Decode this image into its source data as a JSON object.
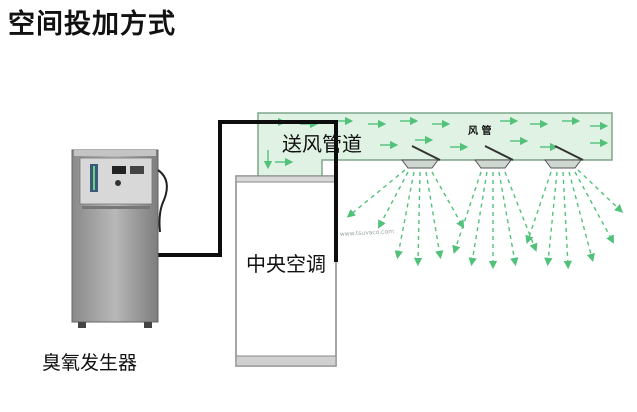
{
  "title": "空间投加方式",
  "labels": {
    "duct": "送风管道",
    "duct_small": "风 管",
    "ac": "中央空调",
    "generator": "臭氧发生器",
    "watermark": "www.tsuvaco.com"
  },
  "colors": {
    "duct_fill": "#dff2e3",
    "duct_stroke": "#7fa58a",
    "arrow": "#52c17a",
    "pipe": "#0d0d0d",
    "cabinet": "#9a9a9a"
  }
}
